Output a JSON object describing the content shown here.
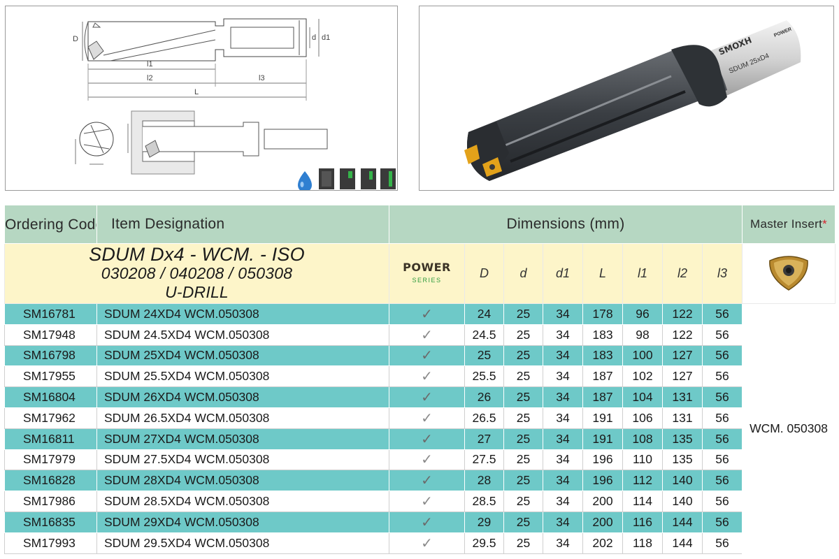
{
  "header": {
    "ordering_code": "Ordering Code",
    "item_designation": "Item Designation",
    "dimensions": "Dimensions (mm)",
    "master_insert": "Master Insert",
    "required_mark": "*"
  },
  "subheader": {
    "title_line1": "SDUM Dx4 - WCM. - ISO",
    "title_line2": "030208 / 040208 / 050308",
    "title_line3": "U-DRILL",
    "power_logo_text": "POWER",
    "power_logo_subtext": "SERIES",
    "dim_labels": [
      "D",
      "d",
      "d1",
      "L",
      "l1",
      "l2",
      "l3"
    ]
  },
  "drawing_labels": {
    "D": "D",
    "d": "d",
    "d1": "d1",
    "l1": "l1",
    "l2": "l2",
    "l3": "l3",
    "L": "L"
  },
  "product_photo": {
    "brand": "SMOXH",
    "shank_text": "SDUM 25xD4",
    "shank_brand": "POWER"
  },
  "master_insert_value": "WCM. 050308",
  "check_glyph": "✓",
  "rows": [
    {
      "code": "SM16781",
      "desig": "SDUM 24XD4 WCM.050308",
      "D": "24",
      "d": "25",
      "d1": "34",
      "L": "178",
      "l1": "96",
      "l2": "122",
      "l3": "56"
    },
    {
      "code": "SM17948",
      "desig": "SDUM 24.5XD4 WCM.050308",
      "D": "24.5",
      "d": "25",
      "d1": "34",
      "L": "183",
      "l1": "98",
      "l2": "122",
      "l3": "56"
    },
    {
      "code": "SM16798",
      "desig": "SDUM 25XD4 WCM.050308",
      "D": "25",
      "d": "25",
      "d1": "34",
      "L": "183",
      "l1": "100",
      "l2": "127",
      "l3": "56"
    },
    {
      "code": "SM17955",
      "desig": "SDUM 25.5XD4 WCM.050308",
      "D": "25.5",
      "d": "25",
      "d1": "34",
      "L": "187",
      "l1": "102",
      "l2": "127",
      "l3": "56"
    },
    {
      "code": "SM16804",
      "desig": "SDUM 26XD4 WCM.050308",
      "D": "26",
      "d": "25",
      "d1": "34",
      "L": "187",
      "l1": "104",
      "l2": "131",
      "l3": "56"
    },
    {
      "code": "SM17962",
      "desig": "SDUM 26.5XD4 WCM.050308",
      "D": "26.5",
      "d": "25",
      "d1": "34",
      "L": "191",
      "l1": "106",
      "l2": "131",
      "l3": "56"
    },
    {
      "code": "SM16811",
      "desig": "SDUM 27XD4 WCM.050308",
      "D": "27",
      "d": "25",
      "d1": "34",
      "L": "191",
      "l1": "108",
      "l2": "135",
      "l3": "56"
    },
    {
      "code": "SM17979",
      "desig": "SDUM 27.5XD4 WCM.050308",
      "D": "27.5",
      "d": "25",
      "d1": "34",
      "L": "196",
      "l1": "110",
      "l2": "135",
      "l3": "56"
    },
    {
      "code": "SM16828",
      "desig": "SDUM 28XD4 WCM.050308",
      "D": "28",
      "d": "25",
      "d1": "34",
      "L": "196",
      "l1": "112",
      "l2": "140",
      "l3": "56"
    },
    {
      "code": "SM17986",
      "desig": "SDUM 28.5XD4 WCM.050308",
      "D": "28.5",
      "d": "25",
      "d1": "34",
      "L": "200",
      "l1": "114",
      "l2": "140",
      "l3": "56"
    },
    {
      "code": "SM16835",
      "desig": "SDUM 29XD4 WCM.050308",
      "D": "29",
      "d": "25",
      "d1": "34",
      "L": "200",
      "l1": "116",
      "l2": "144",
      "l3": "56"
    },
    {
      "code": "SM17993",
      "desig": "SDUM 29.5XD4 WCM.050308",
      "D": "29.5",
      "d": "25",
      "d1": "34",
      "L": "202",
      "l1": "118",
      "l2": "144",
      "l3": "56"
    }
  ],
  "colors": {
    "header_bg": "#b6d7c2",
    "subheader_bg": "#fdf5c9",
    "row_teal": "#6ec9c8",
    "row_white": "#ffffff",
    "required_star": "#d6232f",
    "power_green": "#2e9b3e",
    "coolant_blue": "#2f7fd1"
  },
  "icons": {
    "coolant": "coolant-drop-icon",
    "material_blocks": [
      "material-steel-icon",
      "material-cast-iron-icon",
      "material-stainless-icon",
      "material-nonferrous-icon"
    ]
  }
}
